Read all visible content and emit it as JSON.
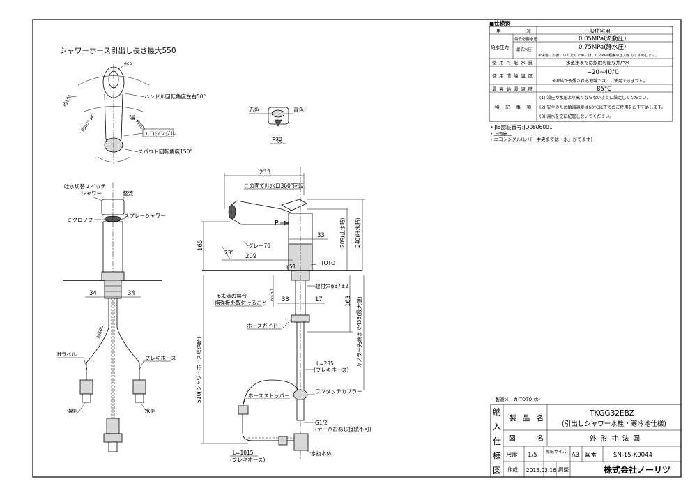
{
  "top_view": {
    "hose_length": "シャワーホース引出し長さ最大550",
    "eco_label": "eco",
    "handle_rotation": "ハンドル回転角度左右50°",
    "water_label": "水",
    "hot_label": "湯",
    "eco_single": "エコシングル",
    "spout_rotation": "スパウト回転角度150°",
    "angle_left": "約40°",
    "angle_right": "約50°",
    "angle_top": "約15°"
  },
  "p_view": {
    "red_label": "赤色",
    "blue_label": "青色",
    "caption": "P視"
  },
  "front_view": {
    "switch_label": "吐水切替スイッチ",
    "shower_label": "シャワー",
    "flow_label": "整流",
    "micro_soft": "ミクロソフト",
    "spray_shower": "スプレーシャワー",
    "dim_left": "34",
    "dim_right": "34",
    "approx_dim": "約600",
    "h_label": "Hラベル",
    "flexi_hose": "フレキホース",
    "hot_side": "湯側",
    "cold_side": "水側"
  },
  "side_view": {
    "dim_233": "233",
    "spout_rotation_note": "この面で吐水口360°回転",
    "p_arrow": "P",
    "dim_33_upper": "33",
    "gray_70": "グレー70",
    "dim_165": "165",
    "dim_23": "23°",
    "dim_209": "209",
    "dim_209_vert": "209(止水時)",
    "dim_240_vert": "240(吐水時)",
    "phi_51": "φ51",
    "toto": "TOTO",
    "counter_note_1": "6未満の場合",
    "counter_note_2": "補強板を取付けること",
    "dim_6_50": "6~50",
    "mount_hole": "取付穴φ37±2",
    "dim_33_lower": "33",
    "dim_17": "17",
    "dim_163": "163",
    "coupler_note": "カプラー先端まで435(最大値)",
    "hose_guide": "ホースガイド",
    "shower_hose_len": "510(シャワーホース収納時)",
    "l_235": "L=235",
    "l_235_sub": "(フレキホース)",
    "hose_stopper": "ホースストッパー",
    "one_touch": "ワンタッチカプラー",
    "g12": "G1/2",
    "g12_sub": "(テーパおねじ接続不可)",
    "l_1015": "L=1015",
    "l_1015_sub": "(フレキホース)",
    "water_valve": "水抜本体"
  },
  "spec": {
    "heading": "■仕様表",
    "rows": [
      {
        "label": "用途",
        "value": "一般住宅用"
      },
      {
        "label": "給水圧力",
        "sub": "最低必要水圧",
        "value": "0.05MPa(流動圧)"
      },
      {
        "label": "",
        "sub": "最高水圧",
        "value": "0.75MPa(静水圧)",
        "note": "※快適にお使いいただくためには、0.2MPa程度の圧力をおすすめします。"
      },
      {
        "label": "使用可能水質",
        "value": "水道水または飲用可能な井戸水"
      },
      {
        "label": "使用環境温度",
        "value": "−20~40°C",
        "note": "※凍結が予想される地域では、ご使用できません。"
      },
      {
        "label": "最高給湯温度",
        "value": "85°C"
      },
      {
        "label": "特記事項",
        "lines": [
          "(1) 湯圧が水圧より高くならないように設定してください。",
          "(2) 安全のため給湯温度は60°C以下でのご使用をおすすめします。",
          "(3) 湯水を逆に配管しないでください。"
        ]
      }
    ],
    "notes": [
      "・JIS認証番号:JQ0806001",
      "・上面施工",
      "・エコシングル(レバー中央までは「水」がでます)"
    ]
  },
  "title_block": {
    "maker": "・製造メーカ:TOTO(株)",
    "side_chars": [
      "納",
      "入",
      "仕",
      "様",
      "図"
    ],
    "product_label": "製品名",
    "product_code": "TKGG32EBZ",
    "product_name": "(引出しシャワー水栓・寒冷地仕様)",
    "drawing_label": "図名",
    "drawing_name": "外形寸法図",
    "scale_label": "尺度",
    "scale": "1/5",
    "paper_label": "原紙サイズ",
    "paper": "A3",
    "number_label": "図番",
    "number": "SN-15-K0044",
    "made_label": "作成",
    "date": "2015.03.16",
    "check_label": "調整",
    "company": "株式会社ノーリツ"
  }
}
